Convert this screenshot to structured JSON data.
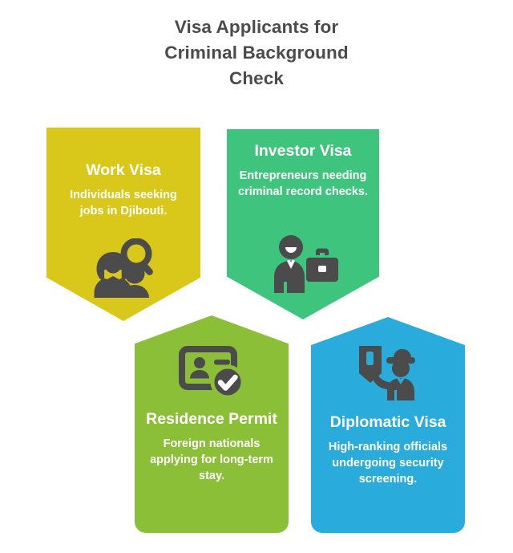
{
  "header": {
    "title": "Visa Applicants for Criminal Background Check",
    "title_lines": [
      "Visa Applicants for",
      "Criminal Background",
      "Check"
    ]
  },
  "theme": {
    "background": "#ffffff",
    "title_color": "#4b4b4b",
    "icon_color": "#4b4b4b",
    "card_text_color": "#ffffff"
  },
  "cards": [
    {
      "id": "work-visa",
      "title": "Work Visa",
      "description": "Individuals seeking jobs in Djibouti.",
      "color": "#d9c81a",
      "color_name": "yellow",
      "icon": "people-search-icon",
      "shape": "point-down",
      "position": "top-left"
    },
    {
      "id": "investor-visa",
      "title": "Investor Visa",
      "description": "Entrepreneurs needing criminal record checks.",
      "color": "#3ec47c",
      "color_name": "green",
      "icon": "businessman-briefcase-icon",
      "shape": "point-down",
      "position": "top-right"
    },
    {
      "id": "residence-permit",
      "title": "Residence Permit",
      "description": "Foreign nationals applying for long-term stay.",
      "color": "#8cbf38",
      "color_name": "light-green",
      "icon": "id-card-check-icon",
      "shape": "point-up",
      "position": "bottom-left"
    },
    {
      "id": "diplomatic-visa",
      "title": "Diplomatic Visa",
      "description": "High-ranking officials undergoing security screening.",
      "color": "#29abdc",
      "color_name": "blue",
      "icon": "officer-document-icon",
      "shape": "point-up",
      "position": "bottom-right"
    }
  ]
}
